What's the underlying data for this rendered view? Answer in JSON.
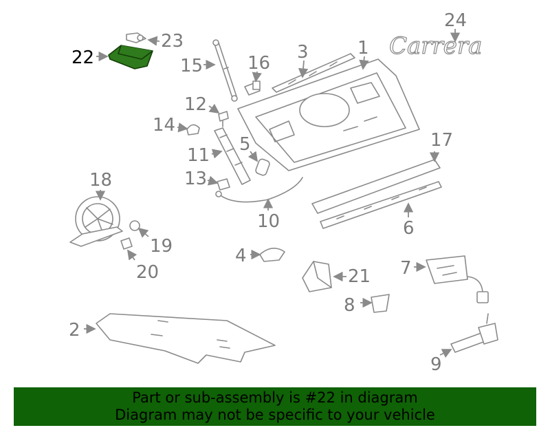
{
  "diagram": {
    "highlighted_part": "22",
    "callouts": {
      "c1": "1",
      "c2": "2",
      "c3": "3",
      "c4": "4",
      "c5": "5",
      "c6": "6",
      "c7": "7",
      "c8": "8",
      "c9": "9",
      "c10": "10",
      "c11": "11",
      "c12": "12",
      "c13": "13",
      "c14": "14",
      "c15": "15",
      "c16": "16",
      "c17": "17",
      "c18": "18",
      "c19": "19",
      "c20": "20",
      "c21": "21",
      "c22": "22",
      "c23": "23",
      "c24": "24"
    },
    "logo_text": "Carrera",
    "colors": {
      "highlight": "#2f7a1c",
      "parts": "#8a8a8a",
      "banner": "#0f6205"
    }
  },
  "banner": {
    "line1": "Part or sub-assembly is #22 in diagram",
    "line2": "Diagram may not be specific to your vehicle"
  }
}
